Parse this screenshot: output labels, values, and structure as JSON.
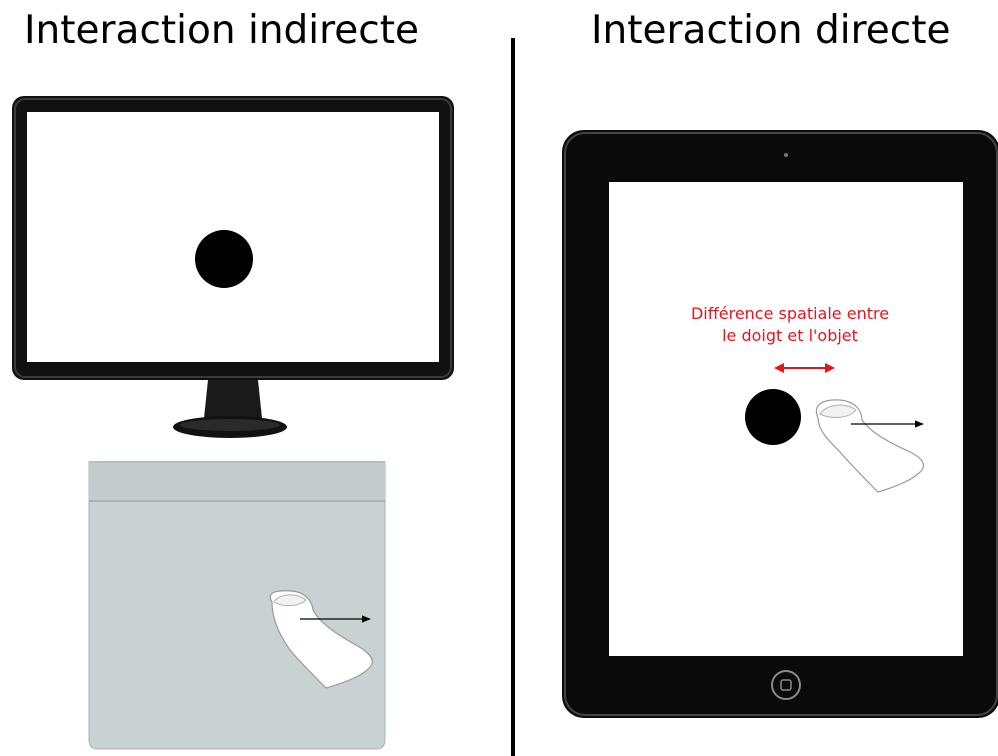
{
  "left_panel": {
    "title": "Interaction indirecte",
    "illustration": [
      "monitor-icon",
      "trackpad-icon",
      "finger-icon"
    ]
  },
  "right_panel": {
    "title": "Interaction directe",
    "illustration": [
      "tablet-icon",
      "finger-icon"
    ],
    "annotation": {
      "line1": "Différence spatiale entre",
      "line2": "le doigt et l'objet"
    }
  },
  "colors": {
    "annotation": "#e8141c",
    "trackpad": "#c9d2d2",
    "device_frame": "#000000"
  }
}
